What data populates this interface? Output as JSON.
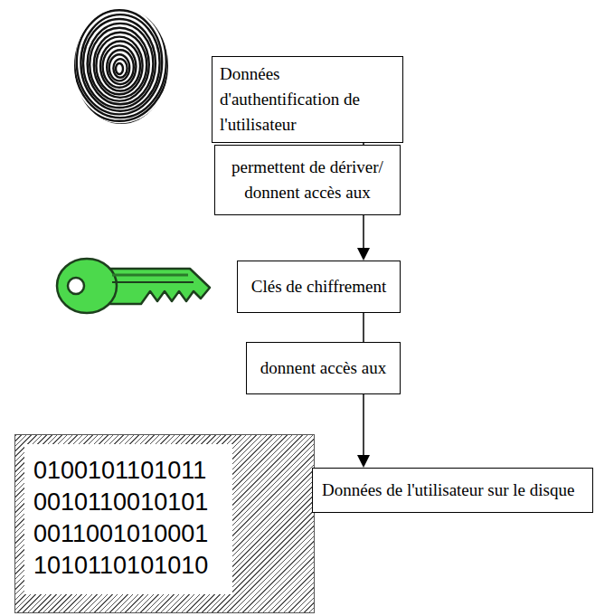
{
  "diagram": {
    "nodes": [
      {
        "text": [
          "Données d'authentification de l'utilisateur"
        ]
      },
      {
        "text": [
          "permettent de dériver/ donnent accès aux"
        ]
      },
      {
        "text": [
          "Clés de chiffrement"
        ]
      },
      {
        "text": [
          "donnent accès aux"
        ]
      },
      {
        "text": [
          "0100101101011 0010110010101 0011001010001 1010110101010"
        ]
      },
      {
        "text": [
          "Données de l'utilisateur sur le disque"
        ]
      }
    ],
    "edges": [
      {
        "from": 0,
        "to": 1,
        "arrow": "none"
      },
      {
        "from": 1,
        "to": 2,
        "arrow": "to"
      },
      {
        "from": 2,
        "to": 3,
        "arrow": "none"
      },
      {
        "from": 3,
        "to": 5,
        "arrow": "to"
      }
    ]
  }
}
